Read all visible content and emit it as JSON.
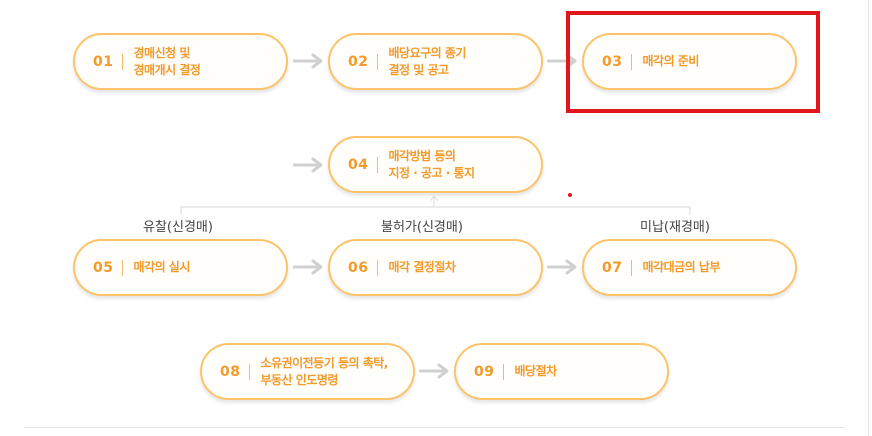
{
  "steps": {
    "s01": {
      "num": "01",
      "label": "경매신청 및\n경매개시 결정"
    },
    "s02": {
      "num": "02",
      "label": "배당요구의 종기\n결정 및 공고"
    },
    "s03": {
      "num": "03",
      "label": "매각의 준비"
    },
    "s04": {
      "num": "04",
      "label": "매각방법 등의\n지정 · 공고 · 통지"
    },
    "s05": {
      "num": "05",
      "label": "매각의 실시"
    },
    "s06": {
      "num": "06",
      "label": "매각 결정절차"
    },
    "s07": {
      "num": "07",
      "label": "매각대금의 납부"
    },
    "s08": {
      "num": "08",
      "label": "소유권이전등기 등의 촉탁,\n부동산 인도명령"
    },
    "s09": {
      "num": "09",
      "label": "배당절차"
    }
  },
  "branches": {
    "yuchal": "유찰(신경매)",
    "bulheoga": "불허가(신경매)",
    "minap": "미납(재경매)"
  },
  "colors": {
    "accent": "#f39a2b",
    "border": "#fdc36a",
    "arrow": "#d0d0d0",
    "highlight": "#e0161c"
  }
}
